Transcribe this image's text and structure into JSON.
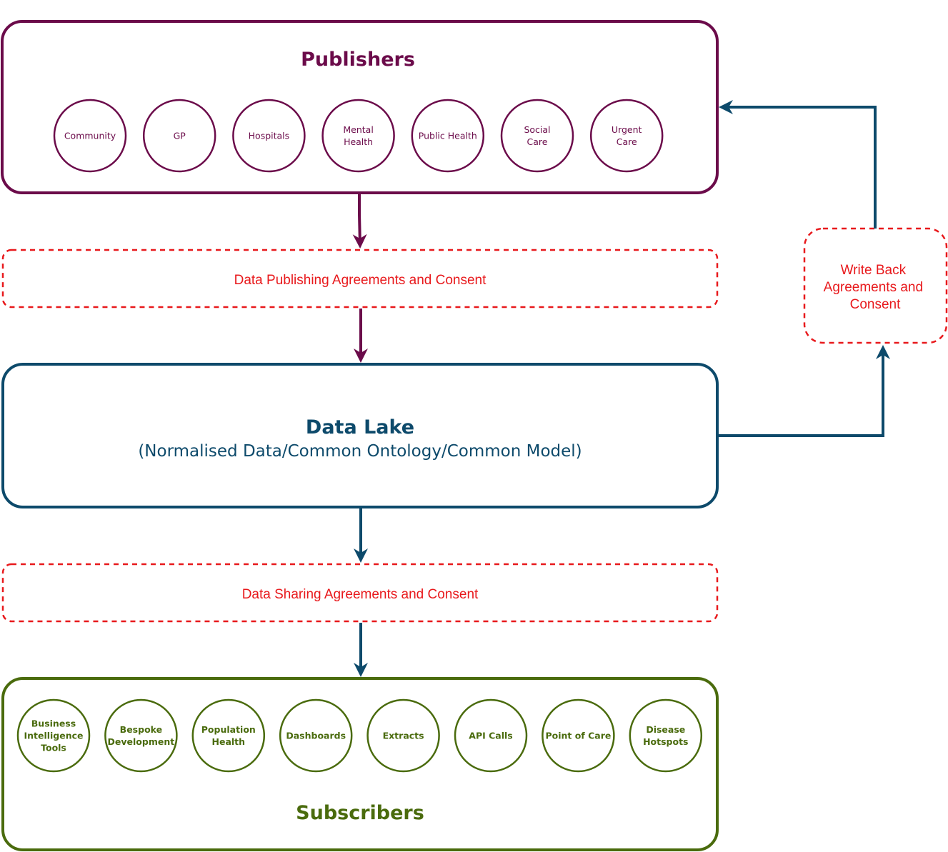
{
  "colors": {
    "publishers": "#6b0b4a",
    "data_lake": "#0d4a6b",
    "subscribers": "#4a6b0d",
    "agreements": "#e8191c"
  },
  "publishers": {
    "title": "Publishers",
    "items": [
      {
        "lines": [
          "Community"
        ]
      },
      {
        "lines": [
          "GP"
        ]
      },
      {
        "lines": [
          "Hospitals"
        ]
      },
      {
        "lines": [
          "Mental",
          "Health"
        ]
      },
      {
        "lines": [
          "Public Health"
        ]
      },
      {
        "lines": [
          "Social",
          "Care"
        ]
      },
      {
        "lines": [
          "Urgent",
          "Care"
        ]
      }
    ]
  },
  "publishing_agreement": {
    "label": "Data Publishing Agreements and Consent"
  },
  "data_lake": {
    "title": "Data Lake",
    "subtitle": "(Normalised Data/Common Ontology/Common Model)"
  },
  "sharing_agreement": {
    "label": "Data Sharing Agreements and Consent"
  },
  "write_back_agreement": {
    "lines": [
      "Write Back",
      "Agreements and",
      "Consent"
    ]
  },
  "subscribers": {
    "title": "Subscribers",
    "items": [
      {
        "lines": [
          "Business",
          "Intelligence",
          "Tools"
        ]
      },
      {
        "lines": [
          "Bespoke",
          "Development"
        ]
      },
      {
        "lines": [
          "Population",
          "Health"
        ]
      },
      {
        "lines": [
          "Dashboards"
        ]
      },
      {
        "lines": [
          "Extracts"
        ]
      },
      {
        "lines": [
          "API Calls"
        ]
      },
      {
        "lines": [
          "Point of Care"
        ]
      },
      {
        "lines": [
          "Disease",
          "Hotspots"
        ]
      }
    ]
  }
}
